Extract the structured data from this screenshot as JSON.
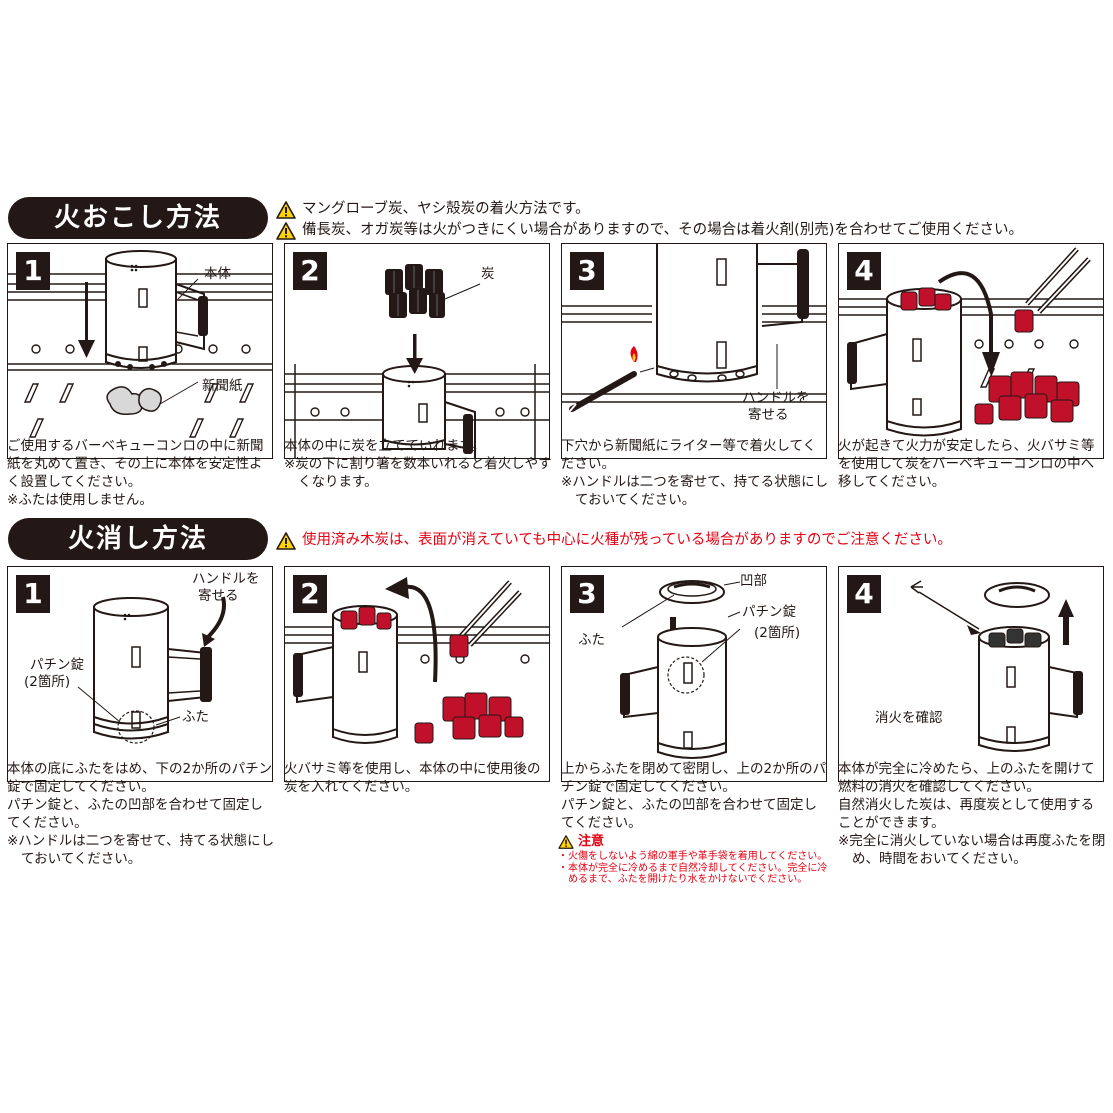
{
  "ignite": {
    "title": "火おこし方法",
    "notes": [
      "マングローブ炭、ヤシ殻炭の着火方法です。",
      "備長炭、オガ炭等は火がつきにくい場合がありますので、その場合は着火剤(別売)を合わせてご使用ください。"
    ],
    "steps": [
      {
        "number": "1",
        "labels": [
          "本体",
          "新聞紙"
        ],
        "desc": [
          "ご使用するバーベキューコンロの中に新聞紙を丸めて置き、その上に本体を安定性よく設置してください。"
        ],
        "note": "※ふたは使用しません。"
      },
      {
        "number": "2",
        "labels": [
          "炭"
        ],
        "desc": [
          "本体の中に炭を立てていれます。"
        ],
        "note": "※炭の下に割り箸を数本いれると着火しやすくなります。"
      },
      {
        "number": "3",
        "labels": [
          "ハンドルを",
          "寄せる"
        ],
        "desc": [
          "下穴から新聞紙にライター等で着火してください。"
        ],
        "note": "※ハンドルは二つを寄せて、持てる状態にしておいてください。"
      },
      {
        "number": "4",
        "labels": [],
        "desc": [
          "火が起きて火力が安定したら、火バサミ等を使用して炭をバーベキューコンロの中へ移してください。"
        ],
        "note": ""
      }
    ]
  },
  "extinguish": {
    "title": "火消し方法",
    "note": "使用済み木炭は、表面が消えていても中心に火種が残っている場合がありますのでご注意ください。",
    "steps": [
      {
        "number": "1",
        "labels": [
          "ハンドルを",
          "寄せる",
          "パチン錠",
          "(2箇所)",
          "ふた"
        ],
        "desc": [
          "本体の底にふたをはめ、下の2か所のパチン錠で固定してください。",
          "パチン錠と、ふたの凹部を合わせて固定してください。"
        ],
        "note": "※ハンドルは二つを寄せて、持てる状態にしておいてください。"
      },
      {
        "number": "2",
        "labels": [],
        "desc": [
          "火バサミ等を使用し、本体の中に使用後の炭を入れてください。"
        ],
        "note": ""
      },
      {
        "number": "3",
        "labels": [
          "凹部",
          "パチン錠",
          "(2箇所)",
          "ふた"
        ],
        "desc": [
          "上からふたを閉めて密閉し、上の2か所のパチン錠で固定してください。",
          "パチン錠と、ふたの凹部を合わせて固定してください。"
        ],
        "note": ""
      },
      {
        "number": "4",
        "labels": [
          "消火を確認"
        ],
        "desc": [
          "本体が完全に冷めたら、上のふたを開けて燃料の消火を確認してください。",
          "自然消火した炭は、再度炭として使用することができます。"
        ],
        "note": "※完全に消火していない場合は再度ふたを閉め、時間をおいてください。"
      }
    ],
    "caution": {
      "title": "注意",
      "items": [
        "・火傷をしないよう綿の軍手や革手袋を着用してください。",
        "・本体が完全に冷めるまで自然冷却してください。完全に冷めるまで、ふたを開けたり水をかけないでください。"
      ]
    }
  },
  "colors": {
    "ink": "#231815",
    "warning": "#e60012",
    "charcoal_red": "#c0102a",
    "warn_yellow": "#ffd400"
  }
}
